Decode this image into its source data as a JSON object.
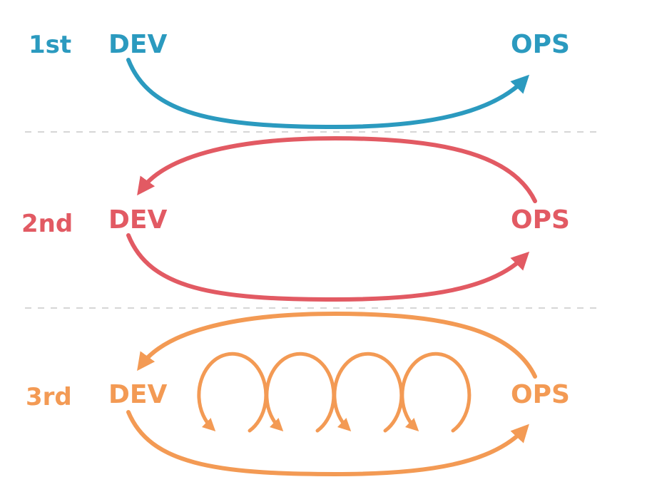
{
  "colors": {
    "first": "#2b9abf",
    "second": "#e25a63",
    "third": "#f39a54",
    "divider": "#d6d6d6"
  },
  "rows": [
    {
      "ordinal": "1st",
      "dev": "DEV",
      "ops": "OPS"
    },
    {
      "ordinal": "2nd",
      "dev": "DEV",
      "ops": "OPS"
    },
    {
      "ordinal": "3rd",
      "dev": "DEV",
      "ops": "OPS"
    }
  ],
  "third_way_loops": 4
}
